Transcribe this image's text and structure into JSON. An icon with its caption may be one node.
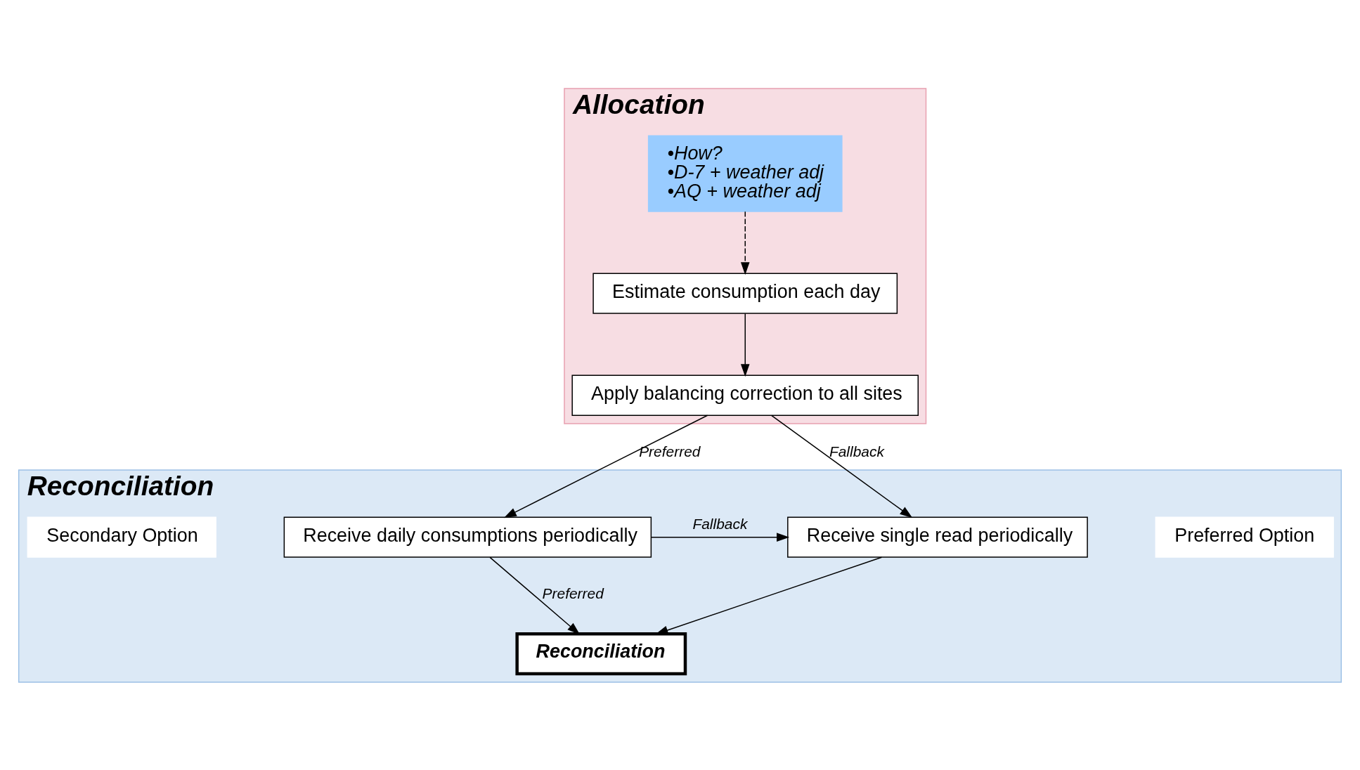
{
  "diagram": {
    "nodes": [
      {
        "text": [
          "Allocation"
        ]
      },
      {
        "text": [
          "•How?",
          "•D-7 + weather adj",
          "•AQ + weather adj"
        ],
        "in": 0
      },
      {
        "text": [
          "Estimate consumption each day"
        ],
        "in": 0
      },
      {
        "text": [
          "Apply balancing correction to all sites"
        ],
        "in": 0
      },
      {
        "text": [
          "Reconciliation"
        ]
      },
      {
        "text": [
          "Preferred Option"
        ],
        "in": 4
      },
      {
        "text": [
          "Receive daily consumptions periodically"
        ],
        "in": 4
      },
      {
        "text": [
          "Receive single read periodically"
        ],
        "in": 4
      },
      {
        "text": [
          "Secondary Option"
        ],
        "in": 4
      },
      {
        "text": [
          "Reconciliation"
        ],
        "in": 4
      }
    ],
    "edges": [
      {
        "from": 1,
        "to": 2,
        "arrow": "to",
        "style": "dashed"
      },
      {
        "from": 2,
        "to": 3,
        "arrow": "to"
      },
      {
        "from": 3,
        "to": 6,
        "label": "Preferred",
        "arrow": "to"
      },
      {
        "from": 3,
        "to": 7,
        "label": "Fallback",
        "arrow": "to"
      },
      {
        "from": 6,
        "to": 7,
        "label": "Fallback",
        "arrow": "to"
      },
      {
        "from": 6,
        "to": 9,
        "label": "Preferred",
        "arrow": "to"
      },
      {
        "from": 7,
        "to": 9,
        "arrow": "to"
      }
    ]
  }
}
